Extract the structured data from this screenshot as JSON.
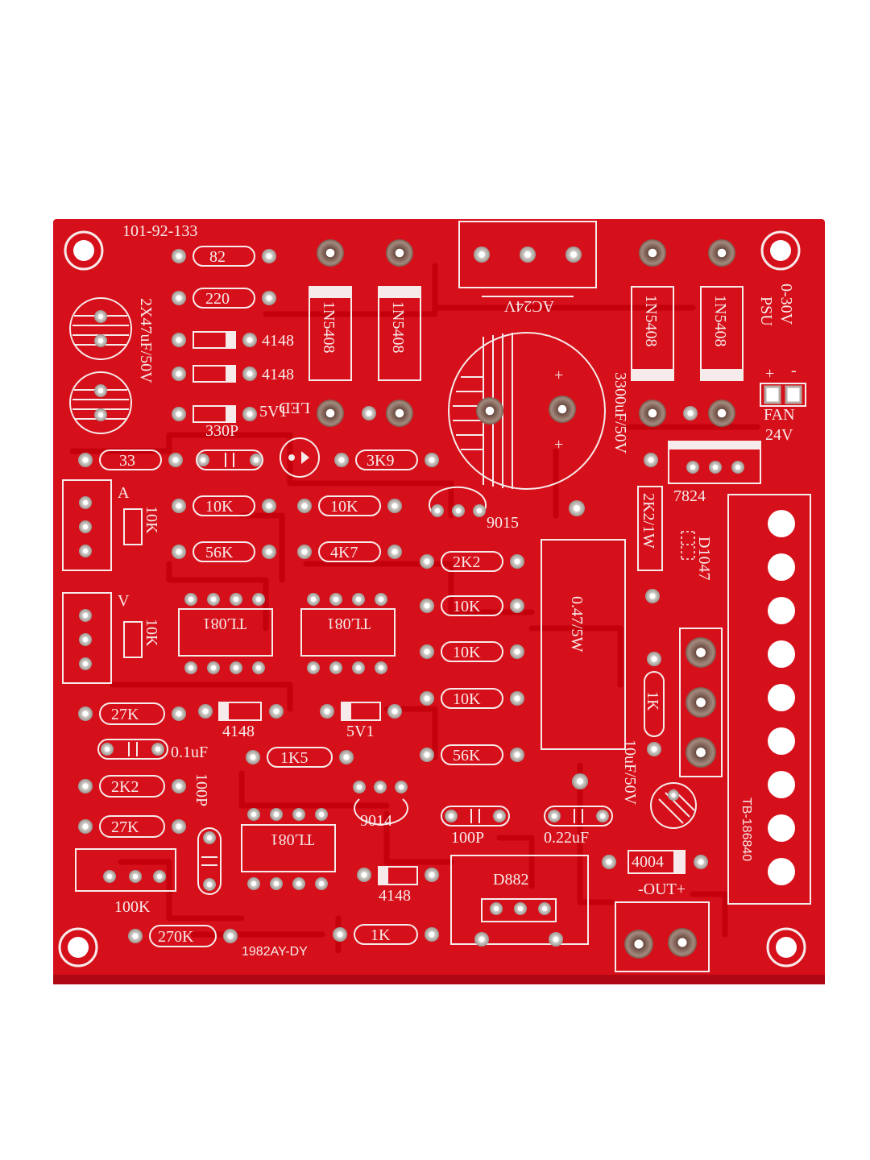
{
  "board": {
    "part_number": "101-92-133",
    "title_lines": [
      "0-30V",
      "PSU"
    ],
    "fan_label": [
      "FAN",
      "24V"
    ],
    "code_bottom": "1982AY-DY",
    "code_side": "TB-186840",
    "colors": {
      "pcb": "#d6101a",
      "silk": "#f7eaea",
      "pad": "#b8b8b8",
      "trace": "#c4000d"
    }
  },
  "components": {
    "r82": "82",
    "r220": "220",
    "d4148_a": "4148",
    "d4148_b": "4148",
    "z5v1_a": "5V1",
    "c330p": "330P",
    "caps_2x47": "2X47uF/50V",
    "led": "LED",
    "r33": "33",
    "r3k9": "3K9",
    "r10k_a": "10K",
    "r10k_b": "10K",
    "pot_a_label": "A",
    "pot_a_value": "10K",
    "q9015": "9015",
    "r56k_a": "56K",
    "r4k7": "4K7",
    "r2k2_a": "2K2",
    "pot_v_label": "V",
    "pot_v_value": "10K",
    "ic_a": "TL081",
    "ic_b": "TL081",
    "ic_c": "TL081",
    "r10k_c": "10K",
    "r10k_d": "10K",
    "r10k_e": "10K",
    "r047": "0.47/5W",
    "r27k_a": "27K",
    "d4148_c": "4148",
    "z5v1_b": "5V1",
    "c01uf": "0.1uF",
    "r1k5": "1K5",
    "r56k_b": "56K",
    "r2k2_b": "2K2",
    "c100p_v": "100P",
    "q9014": "9014",
    "r27k_b": "27K",
    "c100p_h": "100P",
    "c022uf": "0.22uF",
    "c10uf": "10uF/50V",
    "r1k_v": "1K",
    "pot_100k": "100K",
    "d4148_d": "4148",
    "q_d882": "D882",
    "d4004": "4004",
    "out_label": "-OUT+",
    "r270k": "270K",
    "r1k_h": "1K",
    "ac_in": "AC24V",
    "d1n5408_a": "1N5408",
    "d1n5408_b": "1N5408",
    "d1n5408_c": "1N5408",
    "d1n5408_d": "1N5408",
    "cap_main": "3300uF/50V",
    "reg_7824": "7824",
    "r2k2_1w": "2K2/1W",
    "led_d1047": "D1047",
    "polarity_plus": "+",
    "polarity_minus": "-"
  }
}
